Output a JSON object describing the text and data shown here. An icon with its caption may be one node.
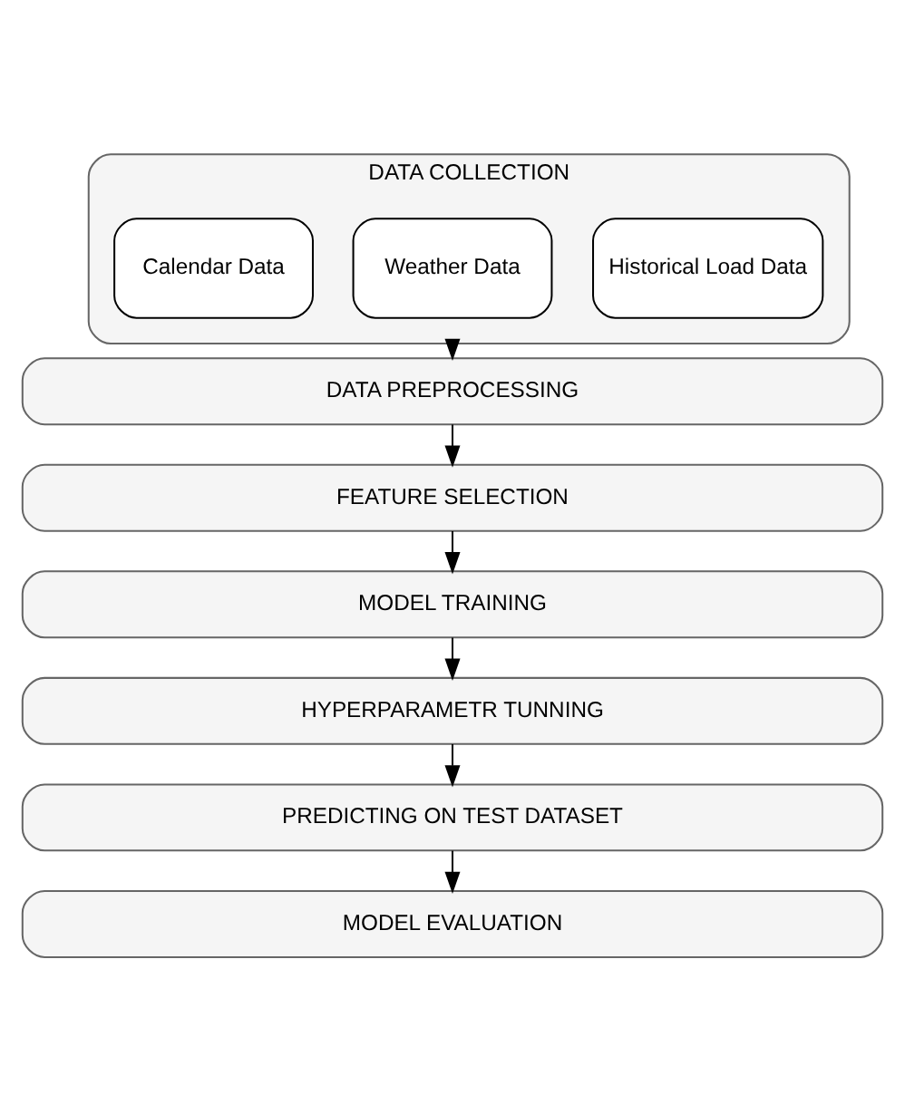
{
  "diagram": {
    "nodes": [
      {
        "text": [
          "DATA COLLECTION"
        ]
      },
      {
        "text": [
          "Historical Load Data"
        ],
        "in": 0
      },
      {
        "text": [
          "Weather Data"
        ],
        "in": 0
      },
      {
        "text": [
          "Calendar Data"
        ],
        "in": 0
      },
      {
        "text": [
          "DATA PREPROCESSING"
        ]
      },
      {
        "text": [
          "FEATURE SELECTION"
        ]
      },
      {
        "text": [
          "MODEL TRAINING"
        ]
      },
      {
        "text": [
          "HYPERPARAMETR TUNNING"
        ]
      },
      {
        "text": [
          "PREDICTING ON TEST DATASET"
        ]
      },
      {
        "text": [
          "MODEL EVALUATION"
        ]
      }
    ],
    "edges": [
      {
        "from": 0,
        "to": 4,
        "arrow": "to"
      },
      {
        "from": 4,
        "to": 5,
        "arrow": "to"
      },
      {
        "from": 5,
        "to": 6,
        "arrow": "to"
      },
      {
        "from": 6,
        "to": 7,
        "arrow": "to"
      },
      {
        "from": 7,
        "to": 8,
        "arrow": "to"
      },
      {
        "from": 8,
        "to": 9,
        "arrow": "to"
      }
    ]
  }
}
